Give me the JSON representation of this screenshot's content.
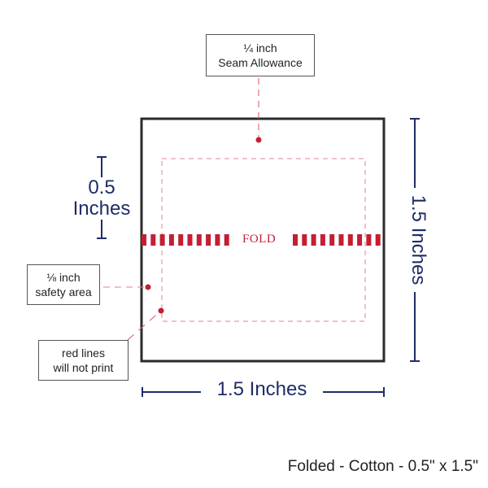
{
  "callouts": {
    "seam_allowance": {
      "line1": "¼ inch",
      "line2": "Seam Allowance"
    },
    "safety_area": {
      "line1": "⅛ inch",
      "line2": "safety area"
    },
    "red_lines": {
      "line1": "red lines",
      "line2": "will not print"
    }
  },
  "dimensions": {
    "fold_height": {
      "line1": "0.5",
      "line2": "Inches"
    },
    "height": "1.5 Inches",
    "width": "1.5 Inches"
  },
  "fold_label": "FOLD",
  "caption": "Folded - Cotton - 0.5\" x 1.5\"",
  "colors": {
    "accent_red": "#c21f35",
    "navy": "#1f2d66",
    "outline": "#2a2a2a"
  }
}
